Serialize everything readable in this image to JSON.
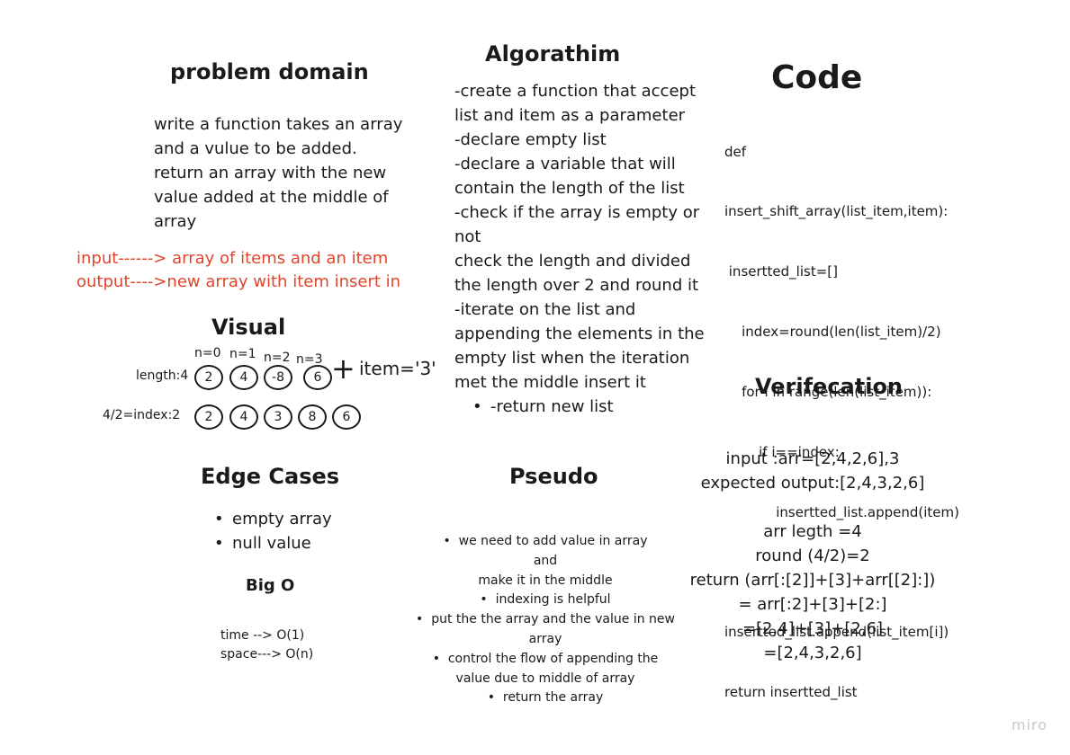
{
  "problem": {
    "title": "problem domain",
    "lines": [
      "write a function takes an array",
      "and a vulue to be added.",
      "return an array with the new",
      "value added at the middle of",
      "array"
    ],
    "io": [
      "input------> array of items and an item",
      "output---->new  array with item insert in"
    ]
  },
  "algorithm": {
    "title": "Algorathim",
    "lines": [
      "-create a function that accept",
      "list and item as a parameter",
      "-declare empty list",
      "-declare a variable that will",
      "contain the length of the list",
      "-check if the array is empty or",
      "not",
      "check the length and divided",
      "the length over 2 and round it",
      "-iterate on the list and",
      "appending the elements in the",
      "empty list when the iteration",
      "met the middle insert it"
    ],
    "bullet": "-return new list"
  },
  "code": {
    "title": "Code",
    "lines": [
      "def",
      "insert_shift_array(list_item,item):",
      " insertted_list=[]",
      "    index=round(len(list_item)/2)",
      "    for i in range(len(list_item)):",
      "        if i==index:",
      "            insertted_list.append(item)",
      "",
      "insertted_list.append(list_item[i])",
      "return insertted_list"
    ]
  },
  "visual": {
    "title": "Visual",
    "indices": [
      "n=0",
      "n=1",
      "n=2",
      "n=3"
    ],
    "length_label": "length:4",
    "row1": [
      "2",
      "4",
      "-8",
      "6"
    ],
    "plus": "+",
    "item_label": "item='3'",
    "index_label": "4/2=index:2",
    "row2": [
      "2",
      "4",
      "3",
      "8",
      "6"
    ]
  },
  "verification": {
    "title": "Verifecation",
    "lines": [
      "input :arr=[2,4,2,6],3",
      "expected output:[2,4,3,2,6]",
      "",
      "arr legth =4",
      "round (4/2)=2",
      "return (arr[:[2]]+[3]+arr[[2]:])",
      "= arr[:2]+[3]+[2:]",
      "=[2,4]+[3]+[2,6]",
      "=[2,4,3,2,6]"
    ]
  },
  "edge": {
    "title": "Edge Cases",
    "items": [
      "empty array",
      "null value"
    ]
  },
  "bigo": {
    "title": "Big O",
    "time": "time --> O(1)",
    "space": "space---> O(n)"
  },
  "pseudo": {
    "title": "Pseudo",
    "lines": [
      {
        "bullet": true,
        "text": "we need to add value in array"
      },
      {
        "bullet": false,
        "text": "and"
      },
      {
        "bullet": false,
        "text": "make it in the middle"
      },
      {
        "bullet": true,
        "text": "indexing is helpful"
      },
      {
        "bullet": true,
        "text": "put the the array and the value in new"
      },
      {
        "bullet": false,
        "text": "array"
      },
      {
        "bullet": true,
        "text": "control the flow of appending the"
      },
      {
        "bullet": false,
        "text": "value due to middle of array"
      },
      {
        "bullet": true,
        "text": "return the array"
      }
    ]
  },
  "watermark": "miro"
}
